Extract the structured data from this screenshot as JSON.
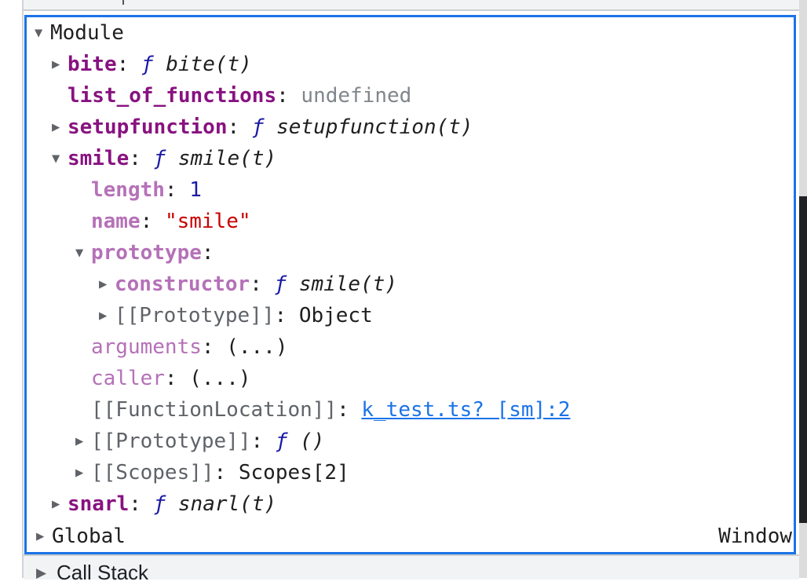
{
  "scope_panel": {
    "module": {
      "label": "Module",
      "expanded": true,
      "entries": {
        "bite": {
          "key": "bite",
          "f": "ƒ",
          "sig": "bite(t)"
        },
        "list_of_functions": {
          "key": "list_of_functions",
          "value": "undefined"
        },
        "setupfunction": {
          "key": "setupfunction",
          "f": "ƒ",
          "sig": "setupfunction(t)"
        },
        "smile": {
          "key": "smile",
          "f": "ƒ",
          "sig": "smile(t)",
          "length": {
            "key": "length",
            "value": "1"
          },
          "name": {
            "key": "name",
            "value": "\"smile\""
          },
          "prototype": {
            "key": "prototype",
            "constructor": {
              "key": "constructor",
              "f": "ƒ",
              "sig": "smile(t)"
            },
            "proto": {
              "key": "[[Prototype]]",
              "value": "Object"
            }
          },
          "arguments": {
            "key": "arguments",
            "value": "(...)"
          },
          "caller": {
            "key": "caller",
            "value": "(...)"
          },
          "function_location": {
            "key": "[[FunctionLocation]]",
            "link": "k_test.ts? [sm]:2"
          },
          "proto": {
            "key": "[[Prototype]]",
            "f": "ƒ",
            "sig": "()"
          },
          "scopes": {
            "key": "[[Scopes]]",
            "value": "Scopes[2]"
          }
        },
        "snarl": {
          "key": "snarl",
          "f": "ƒ",
          "sig": "snarl(t)"
        }
      }
    },
    "global": {
      "label": "Global",
      "value": "Window"
    }
  },
  "call_stack": {
    "label": "Call Stack"
  },
  "symbols": {
    "colon": ":",
    "expanded": "▼",
    "collapsed": "▶"
  },
  "colors": {
    "focus_border": "#1a73e8",
    "own_key": "#881280",
    "inherited_key": "#b571b8",
    "number": "#1a1aa6",
    "string": "#c80000",
    "link": "#1a73e8"
  }
}
